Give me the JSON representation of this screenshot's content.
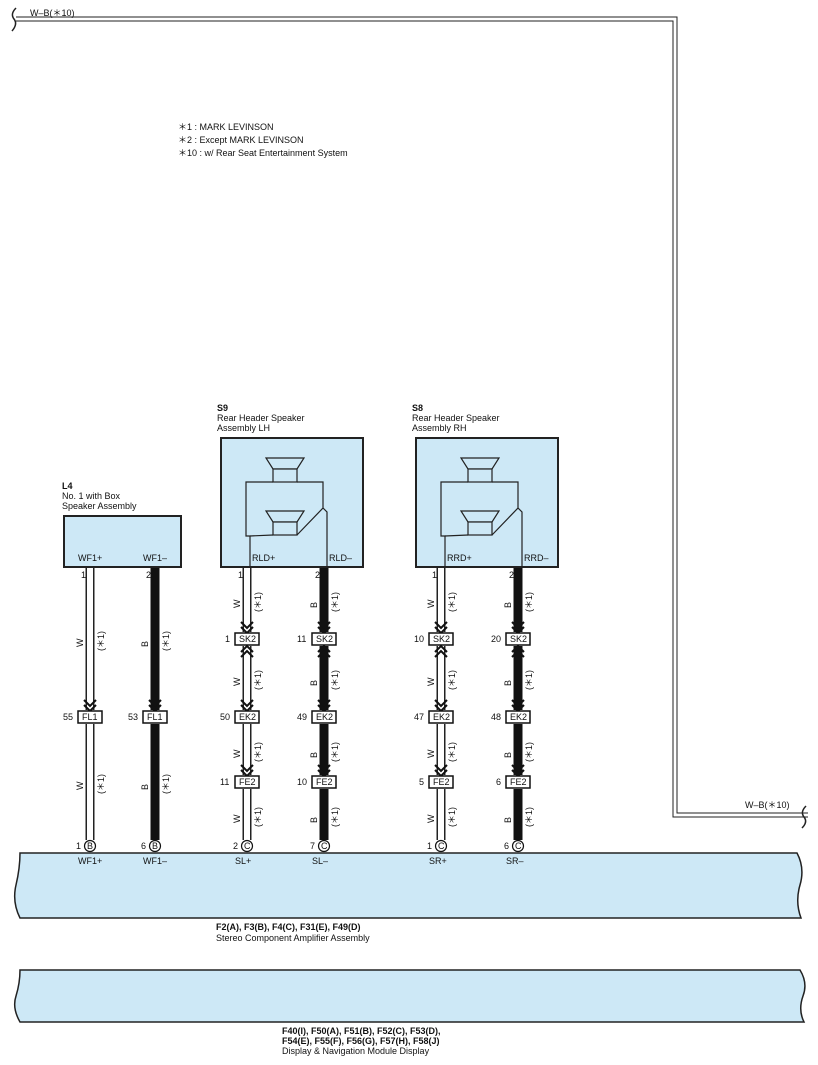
{
  "notes": [
    "＊1 : MARK LEVINSON",
    "＊2 : Except MARK LEVINSON",
    "＊10 : w/ Rear Seat Entertainment System"
  ],
  "wire_top": "W–B(＊10)",
  "wire_right": "W–B(＊10)",
  "components": {
    "l4": {
      "code": "L4",
      "name1": "No. 1 with Box",
      "name2": "Speaker Assembly",
      "term_pos": "WF1+",
      "term_neg": "WF1–"
    },
    "s9": {
      "code": "S9",
      "name1": "Rear Header Speaker",
      "name2": "Assembly LH",
      "term_pos": "RLD+",
      "term_neg": "RLD–"
    },
    "s8": {
      "code": "S8",
      "name1": "Rear Header Speaker",
      "name2": "Assembly RH",
      "term_pos": "RRD+",
      "term_neg": "RRD–"
    }
  },
  "amplifier": {
    "codes": "F2(A), F3(B), F4(C), F31(E), F49(D)",
    "name": "Stereo Component Amplifier Assembly"
  },
  "display": {
    "codes1": "F40(I), F50(A), F51(B), F52(C), F53(D),",
    "codes2": "F54(E), F55(F), F56(G), F57(H), F58(J)",
    "name": "Display & Navigation Module Display"
  },
  "circuits": [
    {
      "id": "wf1p",
      "color": "W",
      "note": "(＊1)",
      "top_pin": "1",
      "connectors": [
        {
          "name": "FL1",
          "pin": "55"
        }
      ],
      "amp_pin": "1",
      "amp_conn": "B",
      "amp_label": "WF1+"
    },
    {
      "id": "wf1n",
      "color": "B",
      "note": "(＊1)",
      "top_pin": "2",
      "connectors": [
        {
          "name": "FL1",
          "pin": "53"
        }
      ],
      "amp_pin": "6",
      "amp_conn": "B",
      "amp_label": "WF1–"
    },
    {
      "id": "slp",
      "color": "W",
      "note": "(＊1)",
      "top_pin": "1",
      "connectors": [
        {
          "name": "SK2",
          "pin": "1"
        },
        {
          "name": "EK2",
          "pin": "50"
        },
        {
          "name": "FE2",
          "pin": "11"
        }
      ],
      "amp_pin": "2",
      "amp_conn": "C",
      "amp_label": "SL+"
    },
    {
      "id": "sln",
      "color": "B",
      "note": "(＊1)",
      "top_pin": "2",
      "connectors": [
        {
          "name": "SK2",
          "pin": "11"
        },
        {
          "name": "EK2",
          "pin": "49"
        },
        {
          "name": "FE2",
          "pin": "10"
        }
      ],
      "amp_pin": "7",
      "amp_conn": "C",
      "amp_label": "SL–"
    },
    {
      "id": "srp",
      "color": "W",
      "note": "(＊1)",
      "top_pin": "1",
      "connectors": [
        {
          "name": "SK2",
          "pin": "10"
        },
        {
          "name": "EK2",
          "pin": "47"
        },
        {
          "name": "FE2",
          "pin": "5"
        }
      ],
      "amp_pin": "1",
      "amp_conn": "C",
      "amp_label": "SR+"
    },
    {
      "id": "srn",
      "color": "B",
      "note": "(＊1)",
      "top_pin": "2",
      "connectors": [
        {
          "name": "SK2",
          "pin": "20"
        },
        {
          "name": "EK2",
          "pin": "48"
        },
        {
          "name": "FE2",
          "pin": "6"
        }
      ],
      "amp_pin": "6",
      "amp_conn": "C",
      "amp_label": "SR–"
    }
  ],
  "colors": {
    "box_fill": "#cde8f6",
    "wire_black": "#111111",
    "wire_white": "#ffffff"
  }
}
